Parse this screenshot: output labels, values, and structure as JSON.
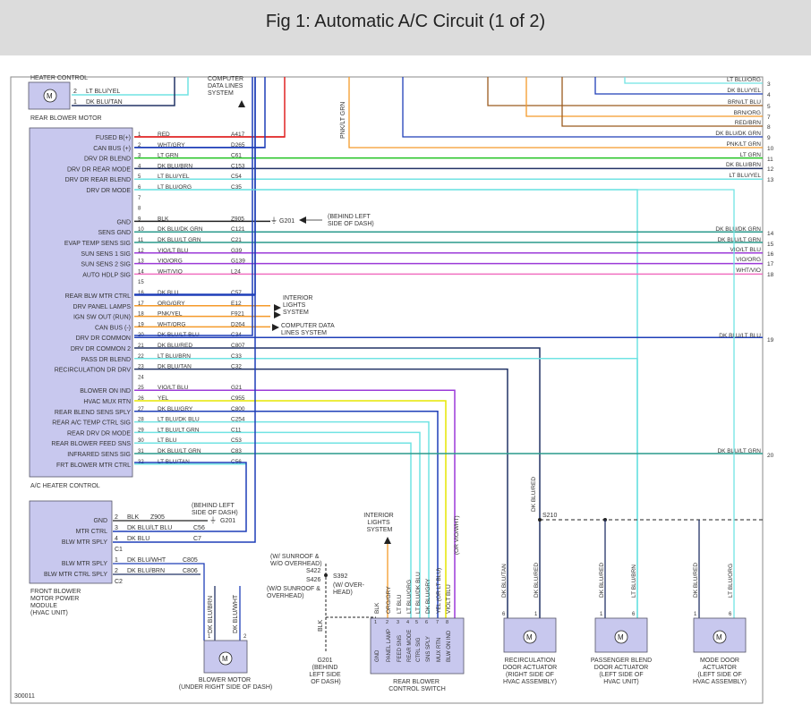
{
  "title": "Fig 1: Automatic A/C Circuit (1 of 2)",
  "figure_id": "300011",
  "colors": {
    "red": "#e02424",
    "blue": "#1f3fb8",
    "green": "#22c222",
    "cyan": "#70e3e3",
    "yellow": "#e6e600",
    "violet": "#9b3ad8",
    "pink": "#f070c0",
    "navy": "#223366",
    "grn_teal": "#2a9a8c",
    "orange": "#f59a2a",
    "brown": "#9b5a1e",
    "tan": "#c8a060"
  },
  "heater_control": {
    "label": "HEATER CONTROL",
    "rear_blower_motor": "REAR BLOWER MOTOR",
    "pins": [
      {
        "num": "2",
        "wire": "LT BLU/YEL"
      },
      {
        "num": "1",
        "wire": "DK BLU/TAN"
      }
    ]
  },
  "computer_data_lines_top": "COMPUTER\nDATA LINES\nSYSTEM",
  "ac_heater_control": {
    "label": "A/C HEATER CONTROL",
    "rows": [
      {
        "name": "FUSED B(+)",
        "pin": "1",
        "color": "RED",
        "circuit": "A417",
        "hex": "#e02424"
      },
      {
        "name": "CAN BUS (+)",
        "pin": "2",
        "color": "WHT/GRY",
        "circuit": "D265",
        "hex": "#1f3fb8"
      },
      {
        "name": "DRV DR BLEND",
        "pin": "3",
        "color": "LT GRN",
        "circuit": "C61",
        "hex": "#22c222"
      },
      {
        "name": "DRV DR REAR MODE",
        "pin": "4",
        "color": "DK BLU/BRN",
        "circuit": "C153",
        "hex": "#223366"
      },
      {
        "name": "DRV DR REAR BLEND",
        "pin": "5",
        "color": "LT BLU/YEL",
        "circuit": "C54",
        "hex": "#70e3e3"
      },
      {
        "name": "DRV DR MODE",
        "pin": "6",
        "color": "LT BLU/ORG",
        "circuit": "C35",
        "hex": "#70e3e3"
      },
      {
        "name": "",
        "pin": "7",
        "color": "",
        "circuit": "",
        "hex": ""
      },
      {
        "name": "",
        "pin": "8",
        "color": "",
        "circuit": "",
        "hex": ""
      },
      {
        "name": "GND",
        "pin": "9",
        "color": "BLK",
        "circuit": "Z905",
        "hex": "#222"
      },
      {
        "name": "SENS GND",
        "pin": "10",
        "color": "DK BLU/DK GRN",
        "circuit": "C121",
        "hex": "#2a9a8c"
      },
      {
        "name": "EVAP TEMP SENS SIG",
        "pin": "11",
        "color": "DK BLU/LT GRN",
        "circuit": "C21",
        "hex": "#2a9a8c"
      },
      {
        "name": "SUN SENS 1 SIG",
        "pin": "12",
        "color": "VIO/LT BLU",
        "circuit": "G39",
        "hex": "#9b3ad8"
      },
      {
        "name": "SUN SENS 2 SIG",
        "pin": "13",
        "color": "VIO/ORG",
        "circuit": "G139",
        "hex": "#9b3ad8"
      },
      {
        "name": "AUTO HDLP SIG",
        "pin": "14",
        "color": "WHT/VIO",
        "circuit": "L24",
        "hex": "#f070c0"
      },
      {
        "name": "",
        "pin": "15",
        "color": "",
        "circuit": "",
        "hex": ""
      },
      {
        "name": "REAR BLW MTR CTRL",
        "pin": "16",
        "color": "DK BLU",
        "circuit": "C57",
        "hex": "#1f3fb8"
      },
      {
        "name": "DRV PANEL LAMPS",
        "pin": "17",
        "color": "ORG/GRY",
        "circuit": "E12",
        "hex": "#f59a2a"
      },
      {
        "name": "IGN SW OUT (RUN)",
        "pin": "18",
        "color": "PNK/YEL",
        "circuit": "F921",
        "hex": "#f59a2a"
      },
      {
        "name": "CAN BUS (-)",
        "pin": "19",
        "color": "WHT/ORG",
        "circuit": "D264",
        "hex": "#f59a2a"
      },
      {
        "name": "DRV DR COMMON",
        "pin": "20",
        "color": "DK BLU/LT BLU",
        "circuit": "C34",
        "hex": "#1f3fb8"
      },
      {
        "name": "DRV DR COMMON 2",
        "pin": "21",
        "color": "DK BLU/RED",
        "circuit": "C807",
        "hex": "#223366"
      },
      {
        "name": "PASS DR BLEND",
        "pin": "22",
        "color": "LT BLU/BRN",
        "circuit": "C33",
        "hex": "#70e3e3"
      },
      {
        "name": "RECIRCULATION DR DRV",
        "pin": "23",
        "color": "DK BLU/TAN",
        "circuit": "C32",
        "hex": "#223366"
      },
      {
        "name": "",
        "pin": "24",
        "color": "",
        "circuit": "",
        "hex": ""
      },
      {
        "name": "BLOWER ON IND",
        "pin": "25",
        "color": "VIO/LT BLU",
        "circuit": "G21",
        "hex": "#9b3ad8"
      },
      {
        "name": "HVAC MUX RTN",
        "pin": "26",
        "color": "YEL",
        "circuit": "C955",
        "hex": "#e6e600"
      },
      {
        "name": "REAR BLEND SENS SPLY",
        "pin": "27",
        "color": "DK BLU/GRY",
        "circuit": "C800",
        "hex": "#1f3fb8"
      },
      {
        "name": "REAR A/C TEMP CTRL SIG",
        "pin": "28",
        "color": "LT BLU/DK BLU",
        "circuit": "C254",
        "hex": "#70e3e3"
      },
      {
        "name": "REAR DRV DR MODE",
        "pin": "29",
        "color": "LT BLU/LT GRN",
        "circuit": "C11",
        "hex": "#70e3e3"
      },
      {
        "name": "REAR BLOWER FEED SNS",
        "pin": "30",
        "color": "LT BLU",
        "circuit": "C53",
        "hex": "#70e3e3"
      },
      {
        "name": "INFRARED SENS SIG",
        "pin": "31",
        "color": "DK BLU/LT GRN",
        "circuit": "C83",
        "hex": "#2a9a8c"
      },
      {
        "name": "FRT BLOWER MTR CTRL",
        "pin": "32",
        "color": "LT BLU/TAN",
        "circuit": "C56",
        "hex": "#70e3e3"
      }
    ]
  },
  "right_side": [
    {
      "wire": "LT BLU/ORG",
      "num": "3"
    },
    {
      "wire": "DK BLU/YEL",
      "num": "4"
    },
    {
      "wire": "BRN/LT BLU",
      "num": "5"
    },
    {
      "wire": "BRN/ORG",
      "num": "7"
    },
    {
      "wire": "RED/BRN",
      "num": "8"
    },
    {
      "wire": "DK BLU/DK GRN",
      "num": "9"
    },
    {
      "wire": "PNK/LT GRN",
      "num": "10"
    },
    {
      "wire": "LT GRN",
      "num": "11"
    },
    {
      "wire": "DK BLU/BRN",
      "num": "12"
    },
    {
      "wire": "LT BLU/YEL",
      "num": "13"
    },
    {
      "wire": "DK BLU/DK GRN",
      "num": "14"
    },
    {
      "wire": "DK BLU/LT GRN",
      "num": "15"
    },
    {
      "wire": "VIO/LT BLU",
      "num": "16"
    },
    {
      "wire": "VIO/ORG",
      "num": "17"
    },
    {
      "wire": "WHT/VIO",
      "num": "18"
    },
    {
      "wire": "DK BLU/LT BLU",
      "num": "19"
    },
    {
      "wire": "DK BLU/LT GRN",
      "num": "20"
    }
  ],
  "pnk_lt_grn_label": "PNK/LT GRN",
  "ground_top": {
    "label": "G201",
    "note": "(BEHIND LEFT\nSIDE OF DASH)"
  },
  "interior_lights_1": "INTERIOR\nLIGHTS\nSYSTEM",
  "computer_data_lines_mid": "COMPUTER DATA\nLINES SYSTEM",
  "front_blower_module": {
    "label": "FRONT BLOWER\nMOTOR POWER\nMODULE\n(HVAC UNIT)",
    "c1_pins": [
      {
        "name": "GND",
        "pin": "2",
        "color": "BLK",
        "circuit": "Z905"
      },
      {
        "name": "MTR CTRL",
        "pin": "3",
        "color": "DK BLU/LT BLU",
        "circuit": "C56"
      },
      {
        "name": "BLW MTR SPLY",
        "pin": "4",
        "color": "DK BLU",
        "circuit": "C7"
      }
    ],
    "c1": "C1",
    "c2_pins": [
      {
        "name": "BLW MTR SPLY",
        "pin": "1",
        "color": "DK BLU/WHT",
        "circuit": "C805"
      },
      {
        "name": "BLW MTR CTRL SPLY",
        "pin": "2",
        "color": "DK BLU/BRN",
        "circuit": "C806"
      }
    ],
    "c2": "C2",
    "ground_note": "(BEHIND LEFT\nSIDE OF DASH)",
    "ground": "G201"
  },
  "blower_motor": {
    "label": "BLOWER MOTOR\n(UNDER RIGHT SIDE OF DASH)",
    "wires": [
      "DK BLU/BRN",
      "DK BLU/WHT"
    ],
    "pins": [
      "1",
      "2"
    ]
  },
  "sunroof": {
    "line1": "(W/ SUNROOF &\nW/O OVERHEAD)",
    "s422": "S422",
    "s426": "S426",
    "line2": "(W/O SUNROOF &\nOVERHEAD)",
    "s392": "S392",
    "s392_note": "(W/ OVER-\nHEAD)",
    "blk": "BLK",
    "ground": "G201\n(BEHIND\nLEFT SIDE\nOF DASH)"
  },
  "interior_lights_2": "INTERIOR\nLIGHTS\nSYSTEM",
  "rear_blower_switch": {
    "label": "REAR BLOWER\nCONTROL SWITCH",
    "wires": [
      "BLK",
      "ORG/GRY",
      "LT BLU",
      "LT BLU/ORG",
      "LT BLU/DK BLU",
      "DK BLU/GRY",
      "YEL (OR LT BLU)",
      "VIOLT BLU"
    ],
    "alt_wires": [
      "(OR VIO/WHT)"
    ],
    "pins": [
      "GND",
      "PANEL LAMP",
      "FEED SNS",
      "REAR MODE",
      "CTRL SIG",
      "SNS SPLY",
      "MUX RTN",
      "BLW ON IND"
    ],
    "pin_nums": [
      "1",
      "2",
      "3",
      "4",
      "5",
      "6",
      "7",
      "8"
    ]
  },
  "recirc_actuator": {
    "label": "RECIRCULATION\nDOOR ACTUATOR\n(RIGHT SIDE OF\nHVAC ASSEMBLY)",
    "wires": [
      "DK BLU/TAN",
      "DK BLU/RED"
    ],
    "pins": [
      "6",
      "1"
    ],
    "wire_upper": "DK BLU/RED"
  },
  "splice_s210": "S210",
  "pass_blend_actuator": {
    "label": "PASSENGER BLEND\nDOOR ACTUATOR\n(LEFT SIDE OF\nHVAC UNIT)",
    "wires": [
      "DK BLU/RED",
      "LT BLU/BRN"
    ],
    "pins": [
      "1",
      "6"
    ]
  },
  "mode_actuator": {
    "label": "MODE DOOR\nACTUATOR\n(LEFT SIDE OF\nHVAC ASSEMBLY)",
    "wires": [
      "DK BLU/RED",
      "LT BLU/ORG"
    ],
    "pins": [
      "1",
      "6"
    ]
  }
}
